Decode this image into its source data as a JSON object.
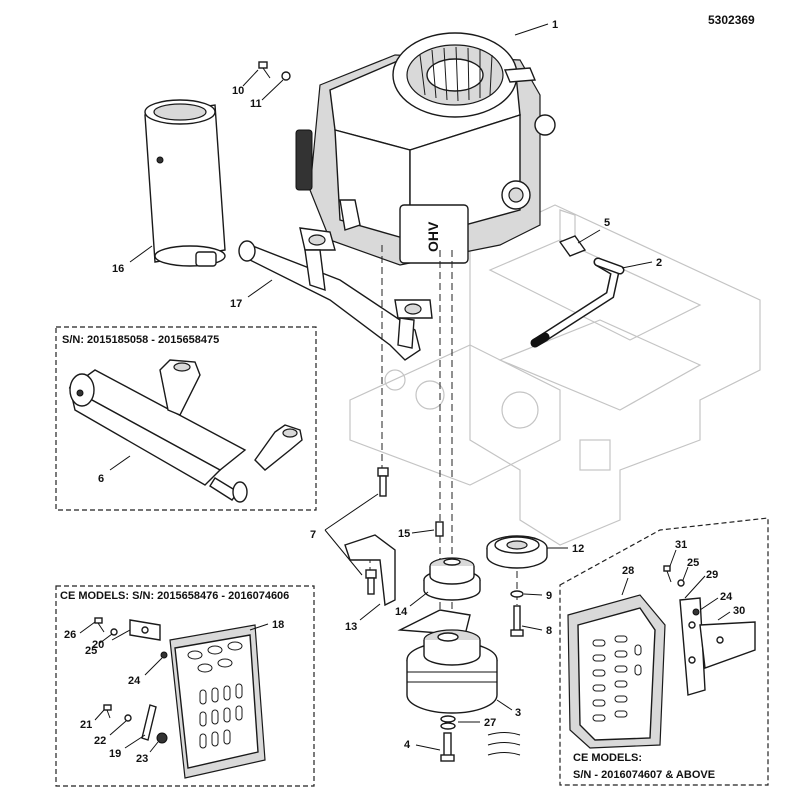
{
  "drawing_number": "5302369",
  "boxes": {
    "exhaust_alt": "S/N: 2015185058 - 2015658475",
    "ce_models_1": "CE MODELS: S/N: 2015658476 - 2016074606",
    "ce_models_2_line1": "CE MODELS:",
    "ce_models_2_line2": "S/N - 2016074607 & ABOVE"
  },
  "callouts": {
    "c1": "1",
    "c2": "2",
    "c3": "3",
    "c4": "4",
    "c5": "5",
    "c6": "6",
    "c7": "7",
    "c8": "8",
    "c9": "9",
    "c10": "10",
    "c11": "11",
    "c12": "12",
    "c13": "13",
    "c14": "14",
    "c15": "15",
    "c16": "16",
    "c17": "17",
    "c18": "18",
    "c19": "19",
    "c20": "20",
    "c21": "21",
    "c22": "22",
    "c23": "23",
    "c24": "24",
    "c24b": "24",
    "c25": "25",
    "c25b": "25",
    "c26": "26",
    "c27": "27",
    "c28": "28",
    "c29": "29",
    "c30": "30",
    "c31": "31"
  },
  "engine_label": "OHV"
}
